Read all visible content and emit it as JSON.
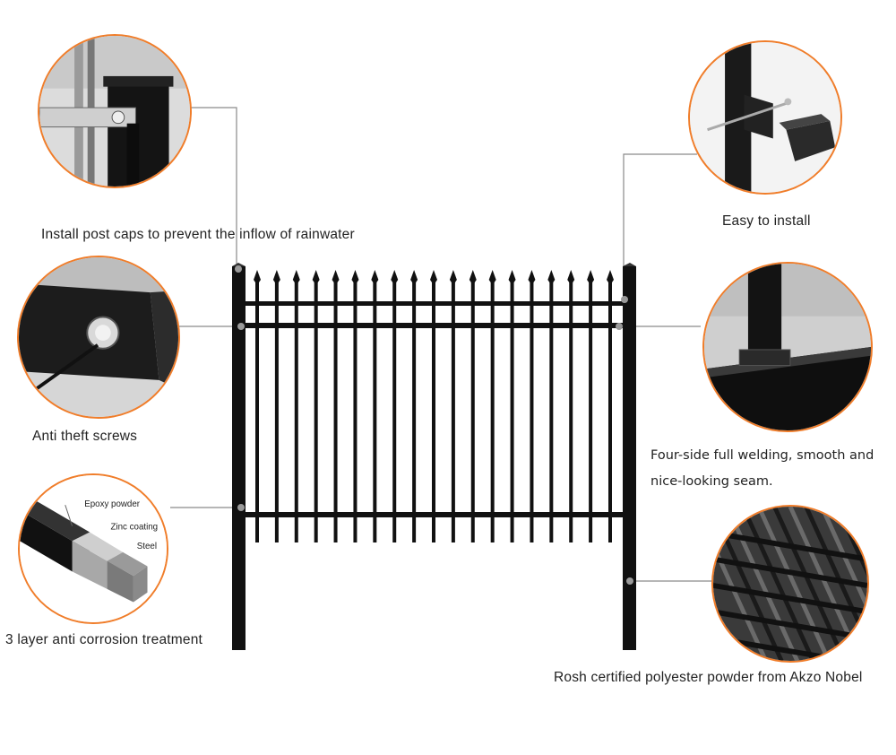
{
  "callouts": {
    "post_caps": "Install post caps to prevent the inflow of rainwater",
    "easy_install": "Easy to install",
    "anti_theft": "Anti theft screws",
    "welding_line1": "Four-side full welding, smooth and",
    "welding_line2": "nice-looking seam.",
    "anti_corrosion": "3 layer  anti corrosion  treatment",
    "powder": "Rosh certified polyester powder from Akzo Nobel"
  },
  "layers": {
    "epoxy": "Epoxy powder",
    "zinc": "Zinc coating",
    "steel": "Steel"
  },
  "colors": {
    "accent": "#f07d2a",
    "fence": "#111111",
    "leader": "#888888"
  },
  "icons": {
    "post_cap": "post-cap-photo",
    "bracket": "bracket-install-photo",
    "screw": "anti-theft-screw-photo",
    "weld": "welded-post-photo",
    "layers": "layered-tube-photo",
    "powder": "powder-coated-panels-photo"
  }
}
